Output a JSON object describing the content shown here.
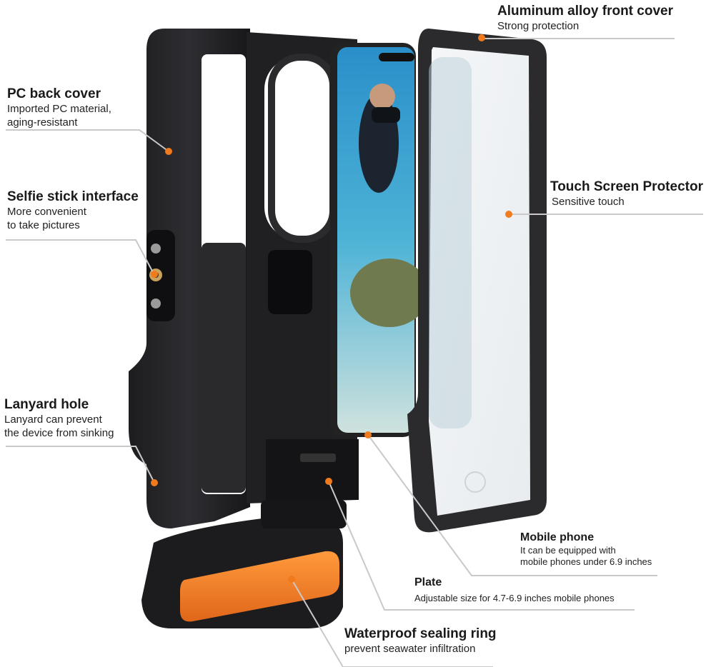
{
  "colors": {
    "accent": "#f07a1c",
    "leader": "#c9c9c9",
    "case": "#1b1b1d",
    "frame": "#2b2b2e"
  },
  "callouts": {
    "front_cover": {
      "title": "Aluminum alloy  front cover",
      "desc": "Strong protection"
    },
    "back_cover": {
      "title": "PC back cover",
      "desc1": "Imported PC material,",
      "desc2": "aging-resistant"
    },
    "selfie": {
      "title": "Selfie stick interface",
      "desc1": "More convenient",
      "desc2": "to take pictures"
    },
    "touch": {
      "title": "Touch Screen Protector",
      "desc": "Sensitive touch"
    },
    "lanyard": {
      "title": "Lanyard hole",
      "desc1": "Lanyard can prevent",
      "desc2": "the device from sinking"
    },
    "phone": {
      "title": "Mobile phone",
      "desc1": "It can be equipped with",
      "desc2": "mobile phones under 6.9 inches"
    },
    "plate": {
      "title": "Plate",
      "desc": "Adjustable size for 4.7-6.9 inches mobile phones"
    },
    "seal": {
      "title": "Waterproof sealing ring",
      "desc": "prevent seawater infiltration"
    }
  }
}
